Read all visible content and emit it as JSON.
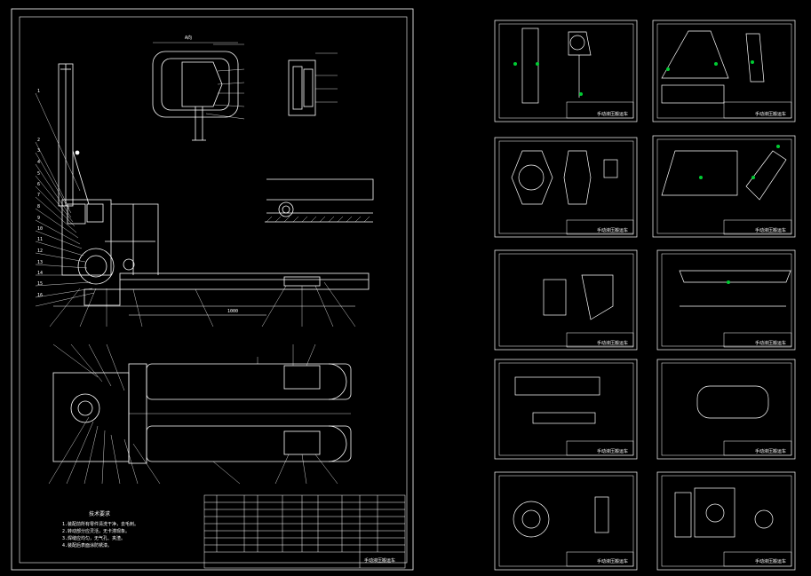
{
  "window": {
    "background": "#000000",
    "line_color": "#ffffff",
    "accent": "#00cc33"
  },
  "main_sheet": {
    "view_label": "A向",
    "length_dim": "1000",
    "tech_requirements_title": "技术要求",
    "tech_requirements": [
      "1.装配前所有零件清洗干净，去毛刺。",
      "2.转动部分应灵活，无卡滞现象。",
      "3.焊缝应均匀，无气孔、夹渣。",
      "4.装配后表面涂防锈漆。"
    ],
    "part_numbers_left": [
      "1",
      "2",
      "3",
      "4",
      "5",
      "6",
      "7",
      "8",
      "9",
      "10",
      "11",
      "12",
      "13",
      "14",
      "15",
      "16"
    ],
    "title_block": {
      "name": "手动液压搬运车"
    }
  },
  "sub_sheets": [
    {
      "id": "s1",
      "title": "手动液压搬运车"
    },
    {
      "id": "s2",
      "title": "手动液压搬运车"
    },
    {
      "id": "s3",
      "title": "手动液压搬运车"
    },
    {
      "id": "s4",
      "title": "手动液压搬运车"
    },
    {
      "id": "s5",
      "title": "手动液压搬运车"
    },
    {
      "id": "s6",
      "title": "手动液压搬运车"
    },
    {
      "id": "s7",
      "title": "手动液压搬运车"
    },
    {
      "id": "s8",
      "title": "手动液压搬运车"
    },
    {
      "id": "s9",
      "title": "手动液压搬运车"
    },
    {
      "id": "s10",
      "title": "手动液压搬运车"
    }
  ]
}
